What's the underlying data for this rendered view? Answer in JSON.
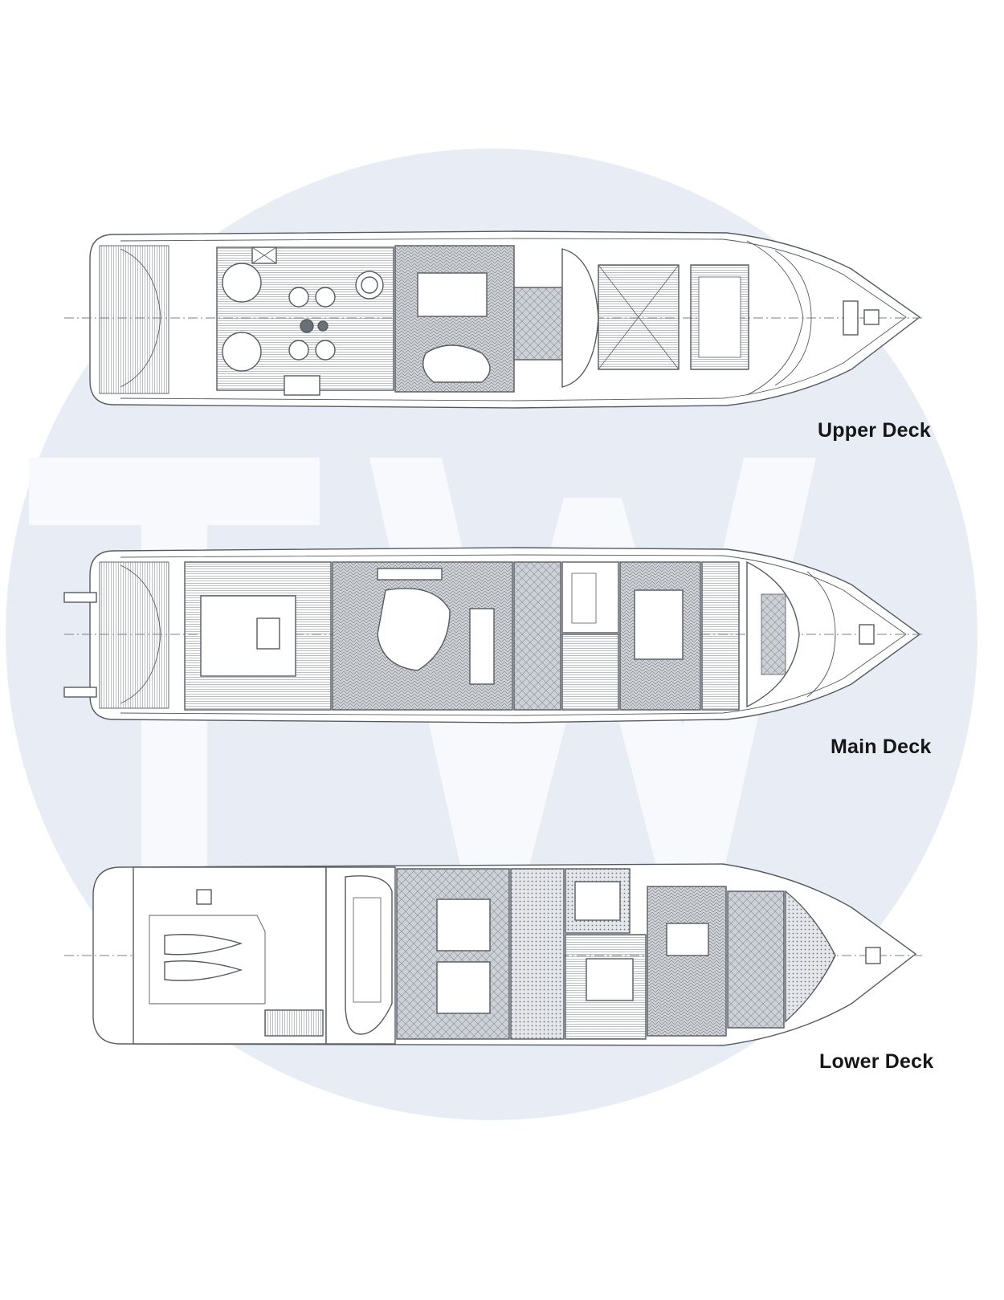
{
  "decks": {
    "upper": {
      "label": "Upper Deck"
    },
    "main": {
      "label": "Main Deck"
    },
    "lower": {
      "label": "Lower Deck"
    }
  },
  "watermark": {
    "text": "TW"
  },
  "colors": {
    "watermark_circle": "#e8edf5",
    "watermark_letters": "#f7f9fc",
    "line": "#555b63",
    "hatch": "#9aa0a8",
    "floor_fill": "#c9ccd1",
    "label": "#161616"
  }
}
